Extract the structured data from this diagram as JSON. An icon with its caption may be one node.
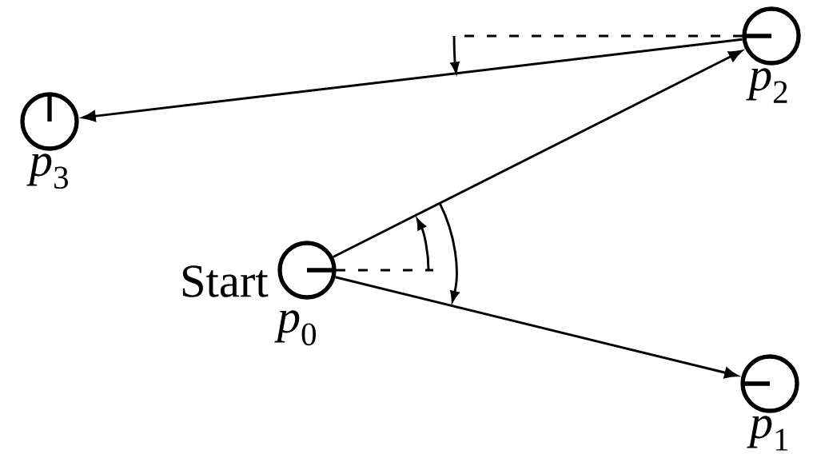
{
  "diagram": {
    "nodes": [
      {
        "text": [],
        "shape": "circle",
        "beside": [
          "Start",
          "*p*$_{0}$"
        ]
      },
      {
        "text": [],
        "shape": "circle",
        "beside": [
          "*p*$_{1}$"
        ]
      },
      {
        "text": [],
        "shape": "circle",
        "beside": [
          "*p*$_{2}$"
        ]
      },
      {
        "text": [],
        "shape": "circle",
        "beside": [
          "*p*$_{3}$"
        ]
      }
    ],
    "edges": [
      {
        "from": 0,
        "to": 2,
        "arrow": "to"
      },
      {
        "from": 0,
        "to": 1,
        "arrow": "to"
      },
      {
        "from": 2,
        "to": 3,
        "arrow": "to"
      }
    ]
  }
}
